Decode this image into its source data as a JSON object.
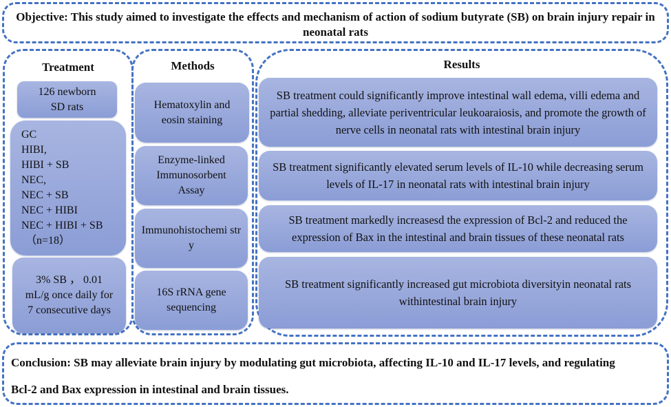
{
  "objective": "Objective: This study aimed to investigate the effects and mechanism of action of sodium butyrate (SB) on brain injury repair in neonatal rats",
  "treatment": {
    "title": "Treatment",
    "animals": "126 newborn SD rats",
    "groups": [
      "GC",
      "HIBI,",
      "HIBI + SB",
      "NEC,",
      "NEC + SB",
      "NEC + HIBI",
      "NEC + HIBI + SB",
      "（n=18）"
    ],
    "dose": "3% SB ， 0.01 mL/g once daily for 7 consecutive days"
  },
  "methods": {
    "title": "Methods",
    "items": [
      "Hematoxylin and eosin  staining",
      "Enzyme-linked Immunosorbent Assay",
      "Immunohistochemi stry",
      "16S rRNA gene sequencing"
    ]
  },
  "results": {
    "title": "Results",
    "items": [
      "SB treatment could significantly improve intestinal wall edema, villi edema and partial shedding, alleviate periventricular leukoaraiosis, and promote the growth of nerve cells in neonatal rats with intestinal brain injury",
      "SB treatment significantly elevated serum levels of IL-10 while decreasing serum levels of IL-17 in neonatal rats with intestinal brain injury",
      "SB treatment markedly increasesd the expression of Bcl-2 and reduced the expression of Bax in the intestinal and brain tissues of these neonatal rats",
      "SB treatment significantly increased gut microbiota diversityin neonatal rats withintestinal brain injury"
    ]
  },
  "conclusion": {
    "line1": "Conclusion: SB may alleviate brain injury by modulating gut microbiota, affecting IL-10 and IL-17 levels, and regulating",
    "line2": "Bcl-2 and Bax expression in intestinal and brain tissues."
  }
}
